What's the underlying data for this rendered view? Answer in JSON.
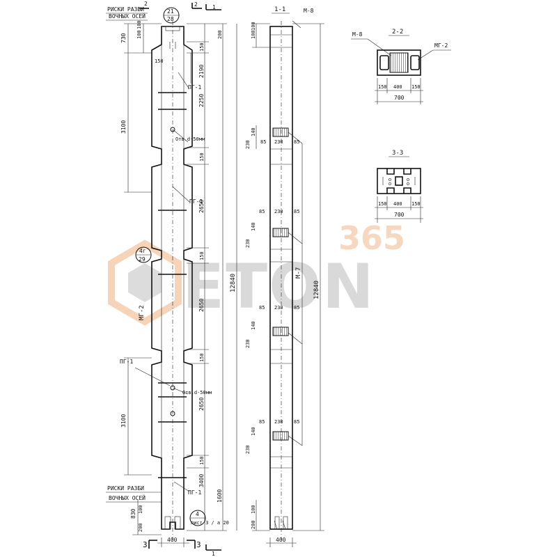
{
  "colors": {
    "ink": "#111111",
    "watermark_orange": "#f0b78a",
    "watermark_gray": "#9c9c9c"
  },
  "header": {
    "marks_line1": "РИСКИ РАЗБИ",
    "marks_line2": "ВОЧНЫХ ОСЕЙ",
    "callout_top": "21",
    "callout_bottom": "28",
    "cut_1_label": "1",
    "cut_2_label": "2",
    "cut_2b_label": "2"
  },
  "column_left": {
    "dims_left": [
      "730",
      "100",
      "100",
      "3100",
      "3100",
      "830",
      "200",
      "100"
    ],
    "dims_right": [
      "200",
      "150",
      "2190",
      "2250",
      "150",
      "2650",
      "150",
      "2650",
      "150",
      "2650",
      "150",
      "3400",
      "1600"
    ],
    "total": "12840",
    "width_label": "400",
    "labels": {
      "pg1_a": "ПГ-1",
      "pg1_b": "ПГ-1",
      "pg1_c": "ПГ-1",
      "pg1_d": "ПГ-1",
      "hole_a": "Отв.d-50мм",
      "hole_b": "Отв.d-50мм",
      "mg2": "МГ-2",
      "s150": "150",
      "marks_line1": "РИСКИ РАЗБИ",
      "marks_line2": "ВОЧНЫХ ОСЕЙ",
      "callout_mid_top": "4г",
      "callout_mid_bottom": "29",
      "callout_bot_top": "4",
      "callout_bot_bottom": "лист 3 / а 20",
      "cut3": "3"
    }
  },
  "section_1_1": {
    "title": "1-1",
    "mark": "М-8",
    "side_label": "М-7",
    "total": "12840",
    "dims": [
      "100",
      "100",
      "140",
      "230",
      "85",
      "230",
      "85",
      "200",
      "100"
    ],
    "width_label": "400"
  },
  "section_2_2": {
    "title": "2-2",
    "mark_left": "М-8",
    "mark_right": "МГ-2",
    "dims": [
      "150",
      "400",
      "150"
    ],
    "total": "700"
  },
  "section_3_3": {
    "title": "3-3",
    "dims": [
      "150",
      "400",
      "150"
    ],
    "total": "700"
  },
  "watermark": {
    "number": "365",
    "text": "ETON"
  }
}
